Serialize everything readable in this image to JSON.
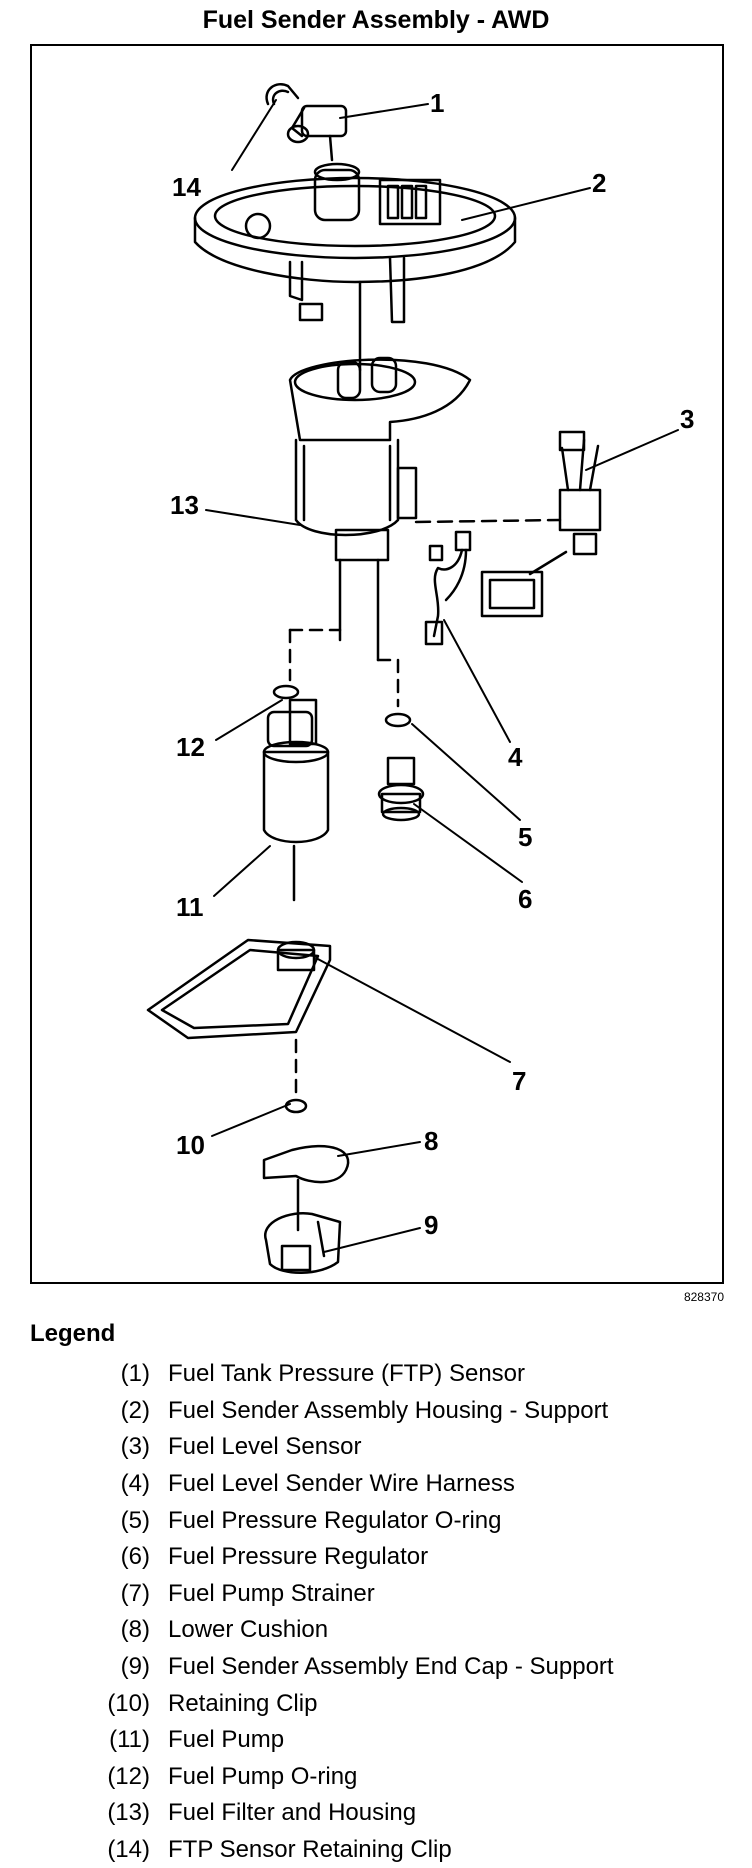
{
  "title": "Fuel Sender Assembly - AWD",
  "figure_id": "828370",
  "legend_title": "Legend",
  "callouts": [
    "1",
    "2",
    "3",
    "4",
    "5",
    "6",
    "7",
    "8",
    "9",
    "10",
    "11",
    "12",
    "13",
    "14"
  ],
  "legend": [
    {
      "num": "(1)",
      "label": "Fuel Tank Pressure (FTP) Sensor"
    },
    {
      "num": "(2)",
      "label": "Fuel Sender Assembly Housing - Support"
    },
    {
      "num": "(3)",
      "label": "Fuel Level Sensor"
    },
    {
      "num": "(4)",
      "label": "Fuel Level Sender Wire Harness"
    },
    {
      "num": "(5)",
      "label": "Fuel Pressure Regulator O-ring"
    },
    {
      "num": "(6)",
      "label": "Fuel Pressure Regulator"
    },
    {
      "num": "(7)",
      "label": "Fuel Pump Strainer"
    },
    {
      "num": "(8)",
      "label": "Lower Cushion"
    },
    {
      "num": "(9)",
      "label": "Fuel Sender Assembly End Cap - Support"
    },
    {
      "num": "(10)",
      "label": "Retaining Clip"
    },
    {
      "num": "(11)",
      "label": "Fuel Pump"
    },
    {
      "num": "(12)",
      "label": "Fuel Pump O-ring"
    },
    {
      "num": "(13)",
      "label": "Fuel Filter and Housing"
    },
    {
      "num": "(14)",
      "label": "FTP Sensor Retaining Clip"
    }
  ]
}
